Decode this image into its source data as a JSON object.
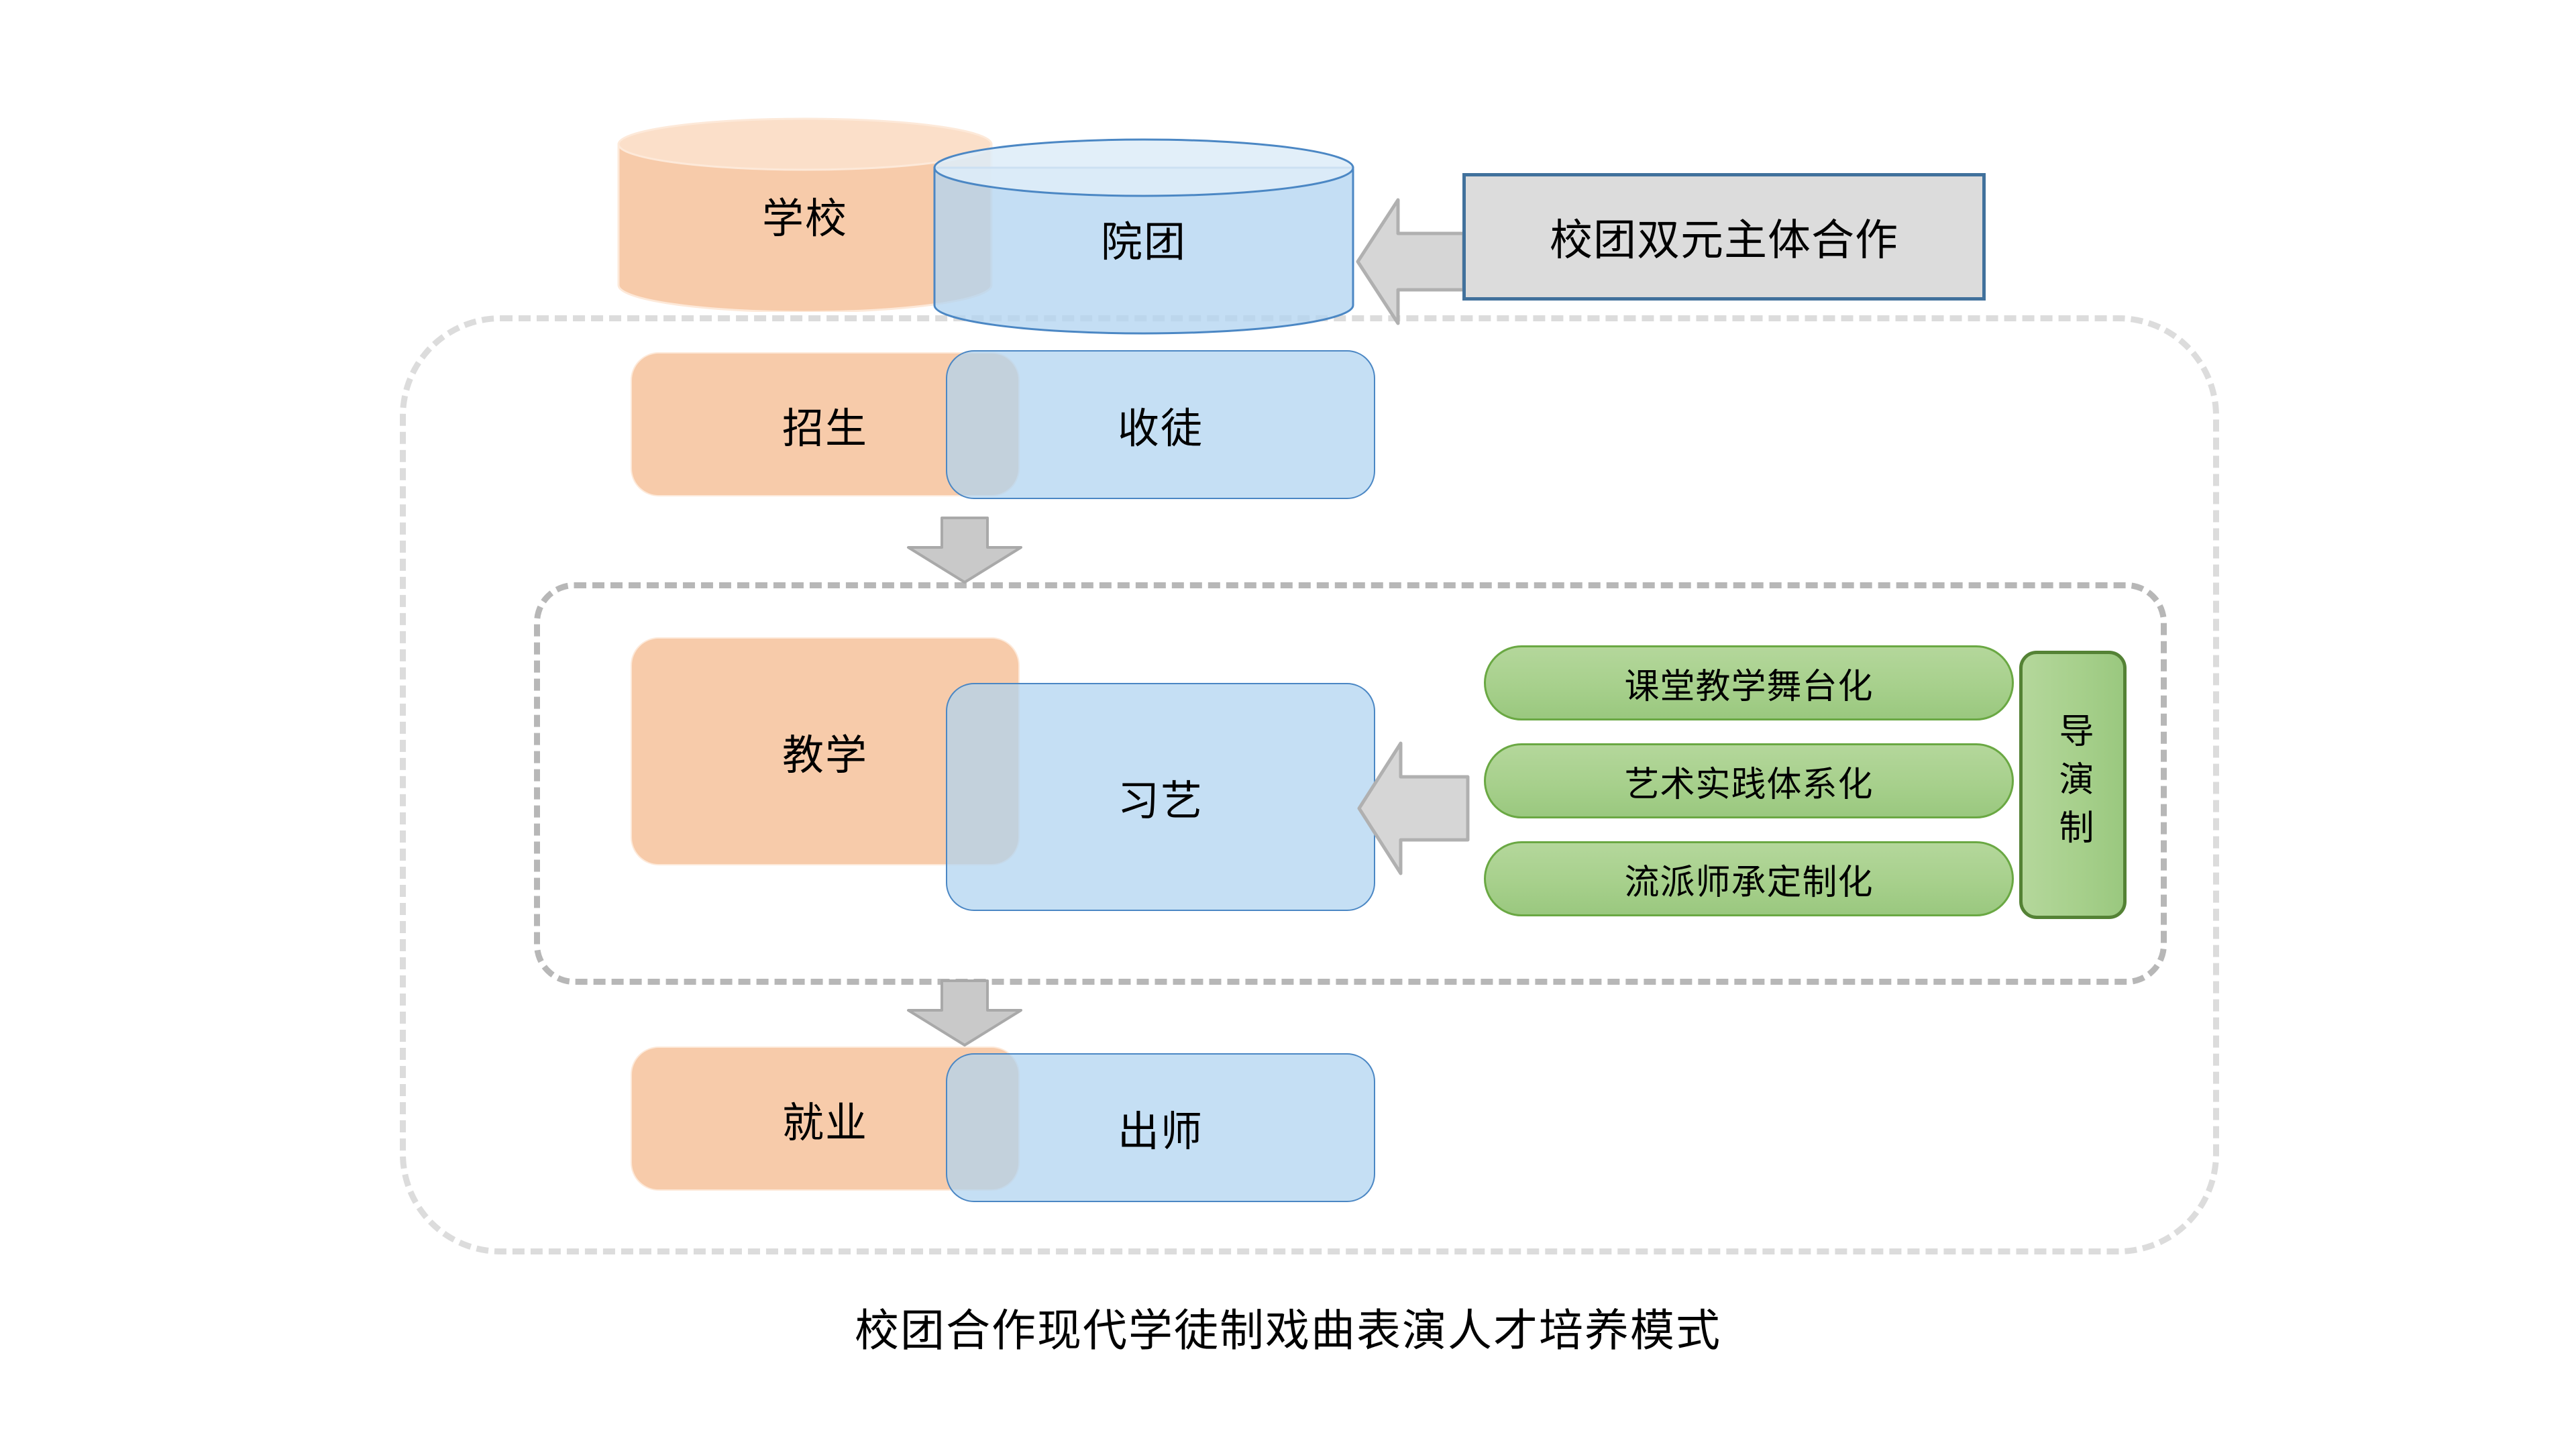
{
  "diagram": {
    "caption": "校团合作现代学徒制戏曲表演人才培养模式",
    "colors": {
      "orange_fill": "#f7cbaa",
      "orange_stroke": "#fde9d9",
      "blue_fill": "#c7dcf0",
      "blue_stroke": "#4b87c4",
      "overlap_fill": "#c7d4e2",
      "green_fill": "#a9d08e",
      "green_stroke": "#70ad47",
      "green_stroke_dark": "#548235",
      "gray_box_fill": "#dcdcdc",
      "gray_box_stroke": "#41719c",
      "arrow_fill": "#d6d6d6",
      "arrow_stroke": "#b0b0b0",
      "dashed_outer": "#dcdcdc",
      "dashed_inner": "#b7b7b7"
    },
    "rows": [
      {
        "id": "partners",
        "shape": "cylinder",
        "school_label": "学校",
        "troupe_label": "院团"
      },
      {
        "id": "recruit",
        "shape": "rounded-rect",
        "school_label": "招生",
        "troupe_label": "收徒"
      },
      {
        "id": "teaching",
        "shape": "rounded-rect",
        "school_label": "教学",
        "troupe_label": "习艺"
      },
      {
        "id": "employment",
        "shape": "rounded-rect",
        "school_label": "就业",
        "troupe_label": "出师"
      }
    ],
    "callout": {
      "label": "校团双元主体合作"
    },
    "pills": [
      {
        "label": "课堂教学舞台化"
      },
      {
        "label": "艺术实践体系化"
      },
      {
        "label": "流派师承定制化"
      }
    ],
    "vertical_box": {
      "label": "导演制"
    },
    "arrows": [
      {
        "id": "callout-arrow",
        "direction": "left"
      },
      {
        "id": "recruit-to-teaching-arrow",
        "direction": "down"
      },
      {
        "id": "pills-arrow",
        "direction": "left"
      },
      {
        "id": "teaching-to-employment-arrow",
        "direction": "down"
      }
    ]
  }
}
